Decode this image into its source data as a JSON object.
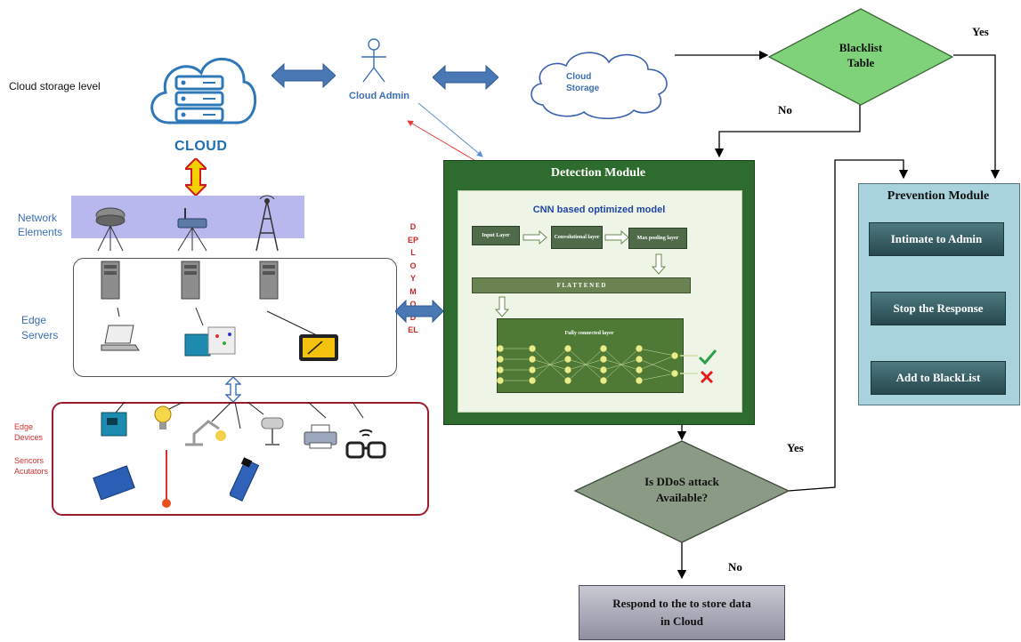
{
  "left": {
    "cloud_storage_level": "Cloud storage level",
    "cloud_label": "CLOUD",
    "network_elements": "Network\nElements",
    "edge_servers": "Edge\nServers",
    "edge_devices": "Edge\nDevices",
    "sensors_actuators": "Sencors\nAcutators",
    "deploy_model": "DEPLOY MODEL"
  },
  "top": {
    "cloud_admin": "Cloud Admin",
    "cloud_storage": "Cloud\nStorage"
  },
  "decisions": {
    "blacklist": "Blacklist\nTable",
    "ddos": "Is DDoS attack\nAvailable?",
    "yes_top": "Yes",
    "no_top": "No",
    "yes_mid": "Yes",
    "no_bottom": "No"
  },
  "detection": {
    "title": "Detection Module",
    "model_title": "CNN based optimized  model",
    "input_layer": "Input Layer",
    "conv_layer": "Convolutional layer",
    "maxpool_layer": "Max pooling layer",
    "flattened": "F L A T T E N E D",
    "fc_layer": "Fully connected layer"
  },
  "prevention": {
    "title": "Prevention Module",
    "steps": [
      "Intimate to Admin",
      "Stop the Response",
      "Add to BlackList"
    ]
  },
  "respond": "Respond to the to store data\nin Cloud",
  "colors": {
    "accent_blue": "#3b6fb6",
    "detection_green": "#2e6b2e",
    "prevention_bg": "#a9d3dc",
    "diamond_green": "#7fd17a",
    "diamond_gray": "#8a9a85",
    "red_border": "#9b1c2c"
  }
}
